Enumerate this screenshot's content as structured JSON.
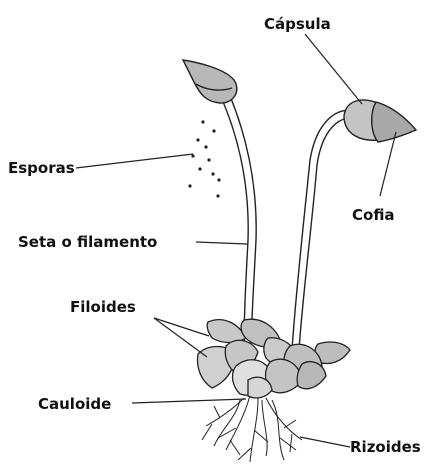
{
  "labels": {
    "capsula": "Cápsula",
    "esporas": "Esporas",
    "cofia": "Cofia",
    "seta": "Seta o filamento",
    "filoides": "Filoides",
    "cauloide": "Cauloide",
    "rizoides": "Rizoides"
  },
  "colors": {
    "capsule_fill": "#b8b8b8",
    "leaf_fill": "#c8c8c8",
    "leaf_fill_light": "#e2e2e2",
    "outline": "#222222"
  }
}
